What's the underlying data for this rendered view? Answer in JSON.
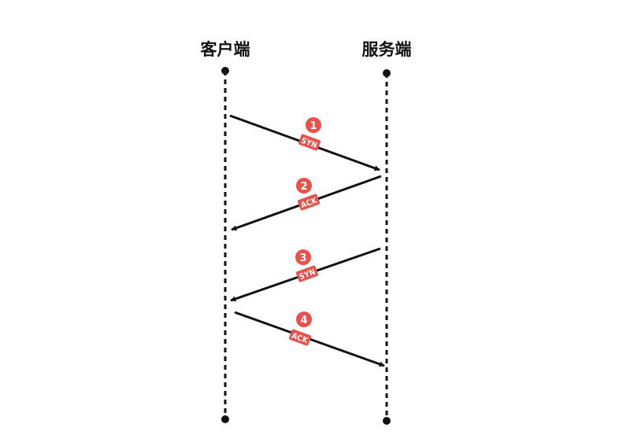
{
  "lanes": {
    "client": {
      "label": "客户端"
    },
    "server": {
      "label": "服务端"
    }
  },
  "messages": [
    {
      "step": "1",
      "label": "SYN",
      "from": "client",
      "to": "server"
    },
    {
      "step": "2",
      "label": "ACK",
      "from": "server",
      "to": "client"
    },
    {
      "step": "3",
      "label": "SYN",
      "from": "server",
      "to": "client"
    },
    {
      "step": "4",
      "label": "ACK",
      "from": "client",
      "to": "server"
    }
  ],
  "colors": {
    "line": "#111111",
    "badge": "#e9524a",
    "badge_text": "#ffffff"
  }
}
